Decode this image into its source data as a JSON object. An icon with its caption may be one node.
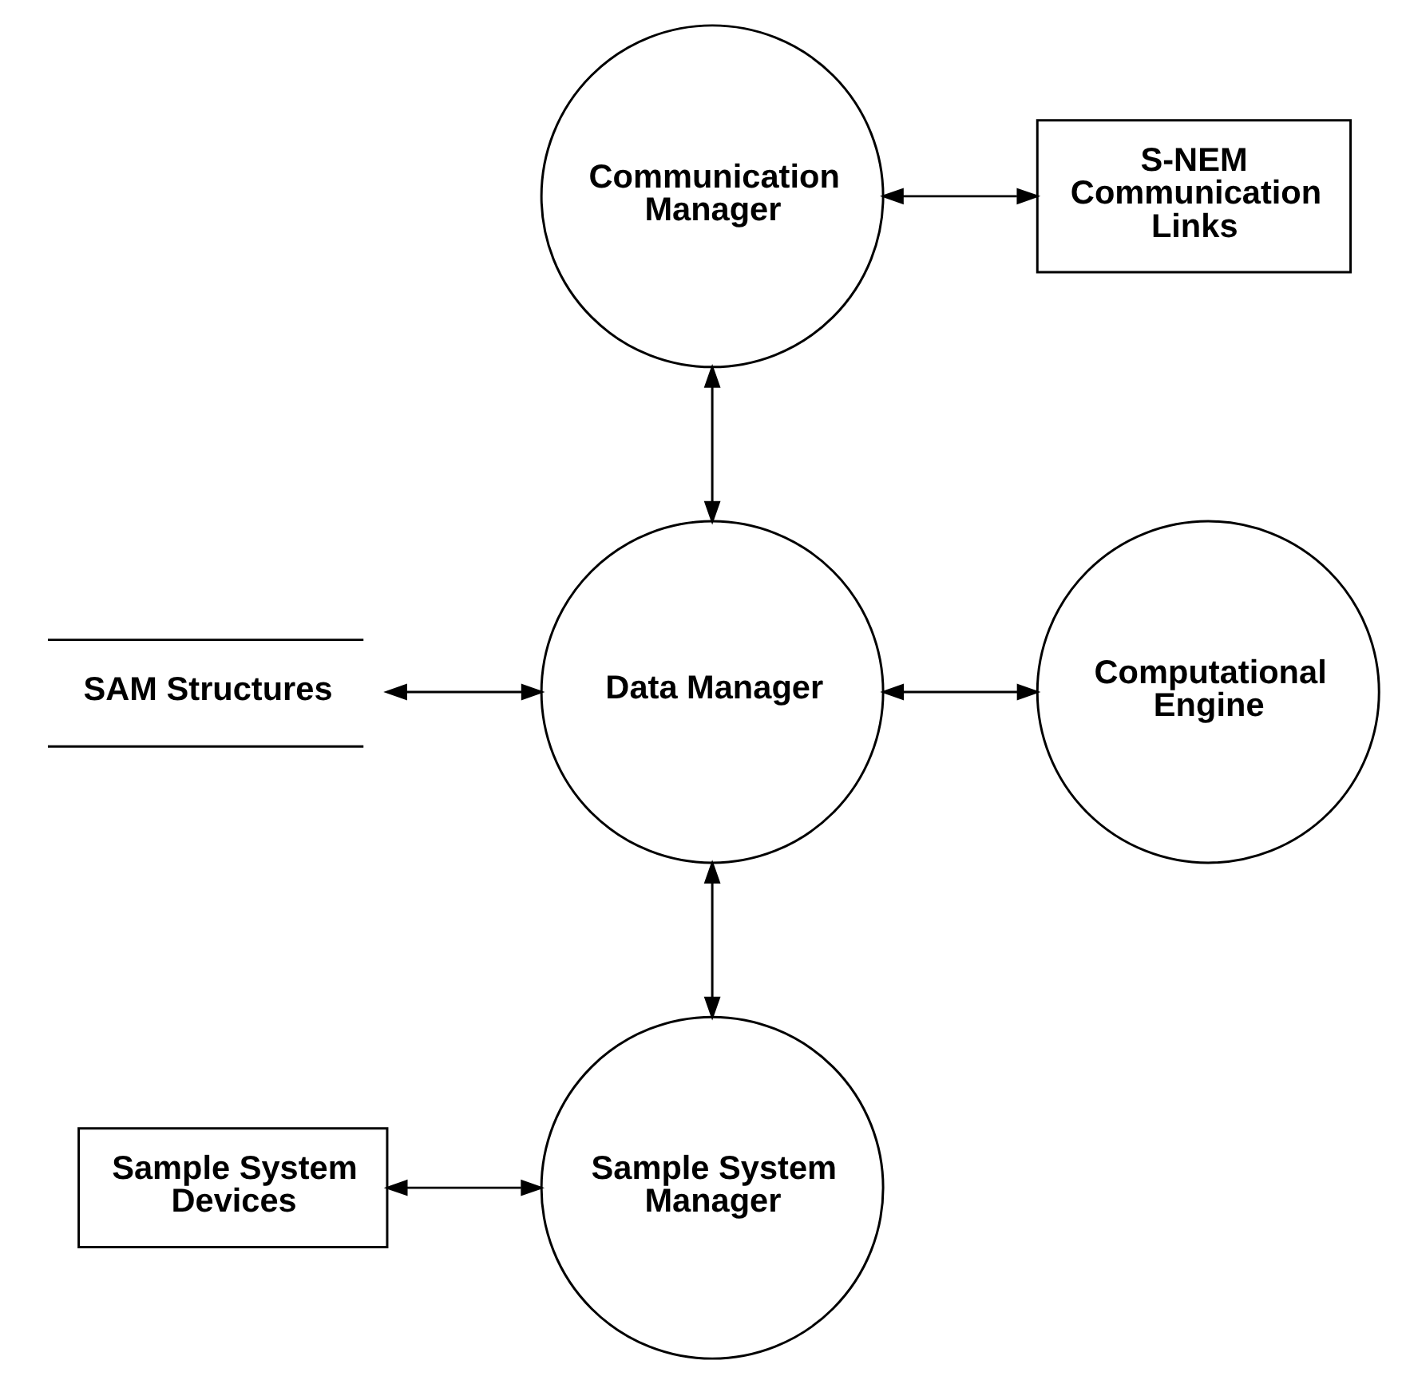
{
  "diagram": {
    "nodes": [
      {
        "text": [
          "Communication Manager"
        ]
      },
      {
        "text": [
          "S-NEM Communication Links"
        ]
      },
      {
        "text": [
          "SAM Structures"
        ]
      },
      {
        "text": [
          "Data Manager"
        ]
      },
      {
        "text": [
          "Computational Engine"
        ]
      },
      {
        "text": [
          "Sample System Devices"
        ]
      },
      {
        "text": [
          "Sample System Manager"
        ]
      }
    ],
    "edges": [
      {
        "from": 0,
        "to": 1,
        "arrow": "both"
      },
      {
        "from": 0,
        "to": 3,
        "arrow": "both"
      },
      {
        "from": 2,
        "to": 3,
        "arrow": "both"
      },
      {
        "from": 3,
        "to": 4,
        "arrow": "both"
      },
      {
        "from": 3,
        "to": 6,
        "arrow": "both"
      },
      {
        "from": 5,
        "to": 6,
        "arrow": "both"
      }
    ]
  }
}
